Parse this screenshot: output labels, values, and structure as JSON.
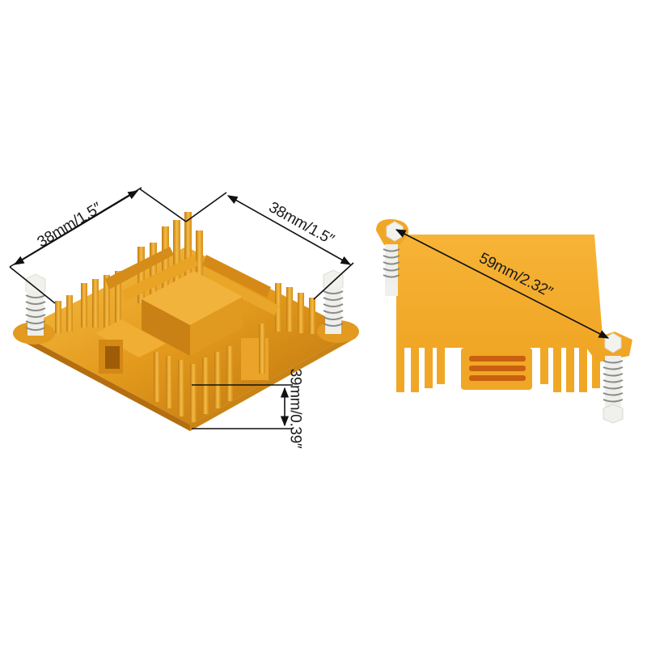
{
  "image": {
    "subject": "Gold anodized aluminum heatsink with spring-loaded push pins, two views",
    "background_color": "#ffffff",
    "heatsink_color": "#e8a020",
    "heatsink_highlight": "#f7c24a",
    "heatsink_shadow": "#b86f0c",
    "right_view_color": "#f4ae2c"
  },
  "annotations": {
    "left_width": "38mm/1.5″",
    "left_depth": "38mm/1.5″",
    "left_height": "39mm/0.39″",
    "right_diagonal": "59mm/2.32″"
  },
  "views": [
    {
      "name": "top-angled view",
      "components": [
        "fin array",
        "base plate",
        "push pin left",
        "push pin right"
      ]
    },
    {
      "name": "bottom view",
      "components": [
        "flat base plate",
        "fins",
        "push pin top-left",
        "push pin bottom-right"
      ]
    }
  ]
}
